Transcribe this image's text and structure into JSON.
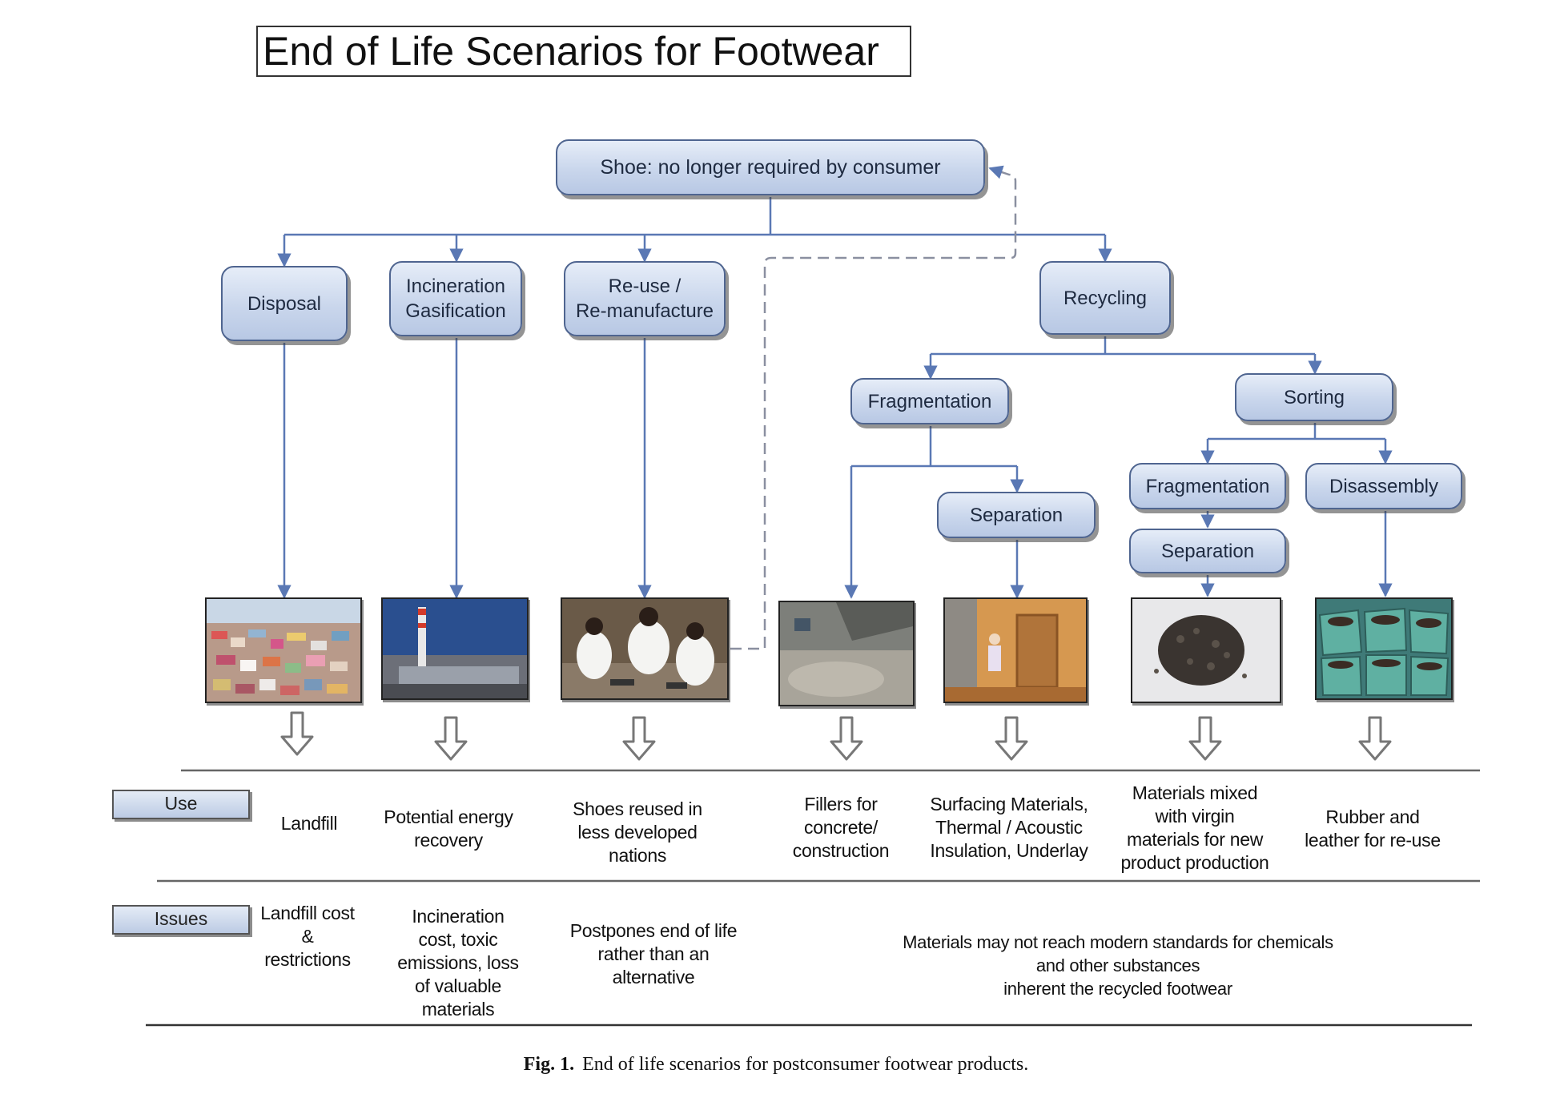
{
  "title": "End of Life Scenarios for Footwear",
  "nodes": {
    "root": "Shoe: no longer required by consumer",
    "disposal": "Disposal",
    "incineration": "Incineration\nGasification",
    "reuse": "Re-use /\nRe-manufacture",
    "recycling": "Recycling",
    "fragmentation": "Fragmentation",
    "sorting": "Sorting",
    "separation": "Separation",
    "fragmentation2": "Fragmentation",
    "disassembly": "Disassembly",
    "separation2": "Separation"
  },
  "rows": {
    "use_label": "Use",
    "issues_label": "Issues"
  },
  "use": {
    "landfill": "Landfill",
    "energy": "Potential energy\nrecovery",
    "shoes": "Shoes reused in\nless developed\nnations",
    "fillers": "Fillers for\nconcrete/\nconstruction",
    "surfacing": "Surfacing Materials,\nThermal / Acoustic\nInsulation, Underlay",
    "mixed": "Materials mixed\nwith virgin\nmaterials for new\nproduct production",
    "rubber": "Rubber and\nleather for re-use"
  },
  "issues": {
    "landfill": "Landfill cost\n&\nrestrictions",
    "incineration": "Incineration\ncost, toxic\nemissions, loss\nof valuable\nmaterials",
    "postpones": "Postpones end of life\nrather than an\nalternative",
    "materials": "Materials may not reach modern standards for chemicals and other substances\ninherent the recycled footwear"
  },
  "caption": {
    "label": "Fig. 1.",
    "text": "End of life scenarios for postconsumer footwear products."
  },
  "colors": {
    "connector": "#5a78b4",
    "dashed": "#8a8fa0",
    "node_border": "#4f6590"
  }
}
